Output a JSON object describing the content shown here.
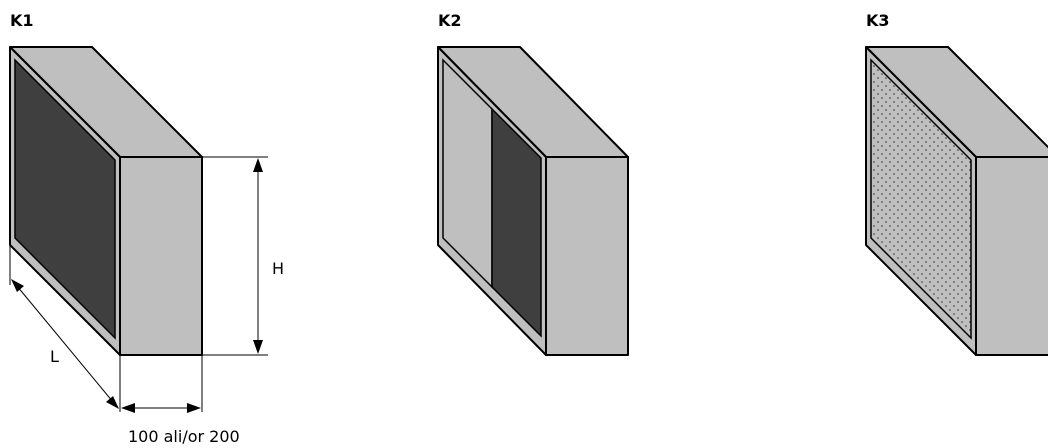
{
  "units": [
    {
      "id": "k1",
      "label": "K1",
      "panel": "dark"
    },
    {
      "id": "k2",
      "label": "K2",
      "panel": "half-dark"
    },
    {
      "id": "k3",
      "label": "K3",
      "panel": "dotted"
    }
  ],
  "dimensions": {
    "height_label": "H",
    "length_label": "L",
    "depth_label": "100 ali/or 200"
  },
  "colors": {
    "box_face": "#bfbfbf",
    "dark_panel": "#3f3f3f",
    "outline": "#000000"
  }
}
